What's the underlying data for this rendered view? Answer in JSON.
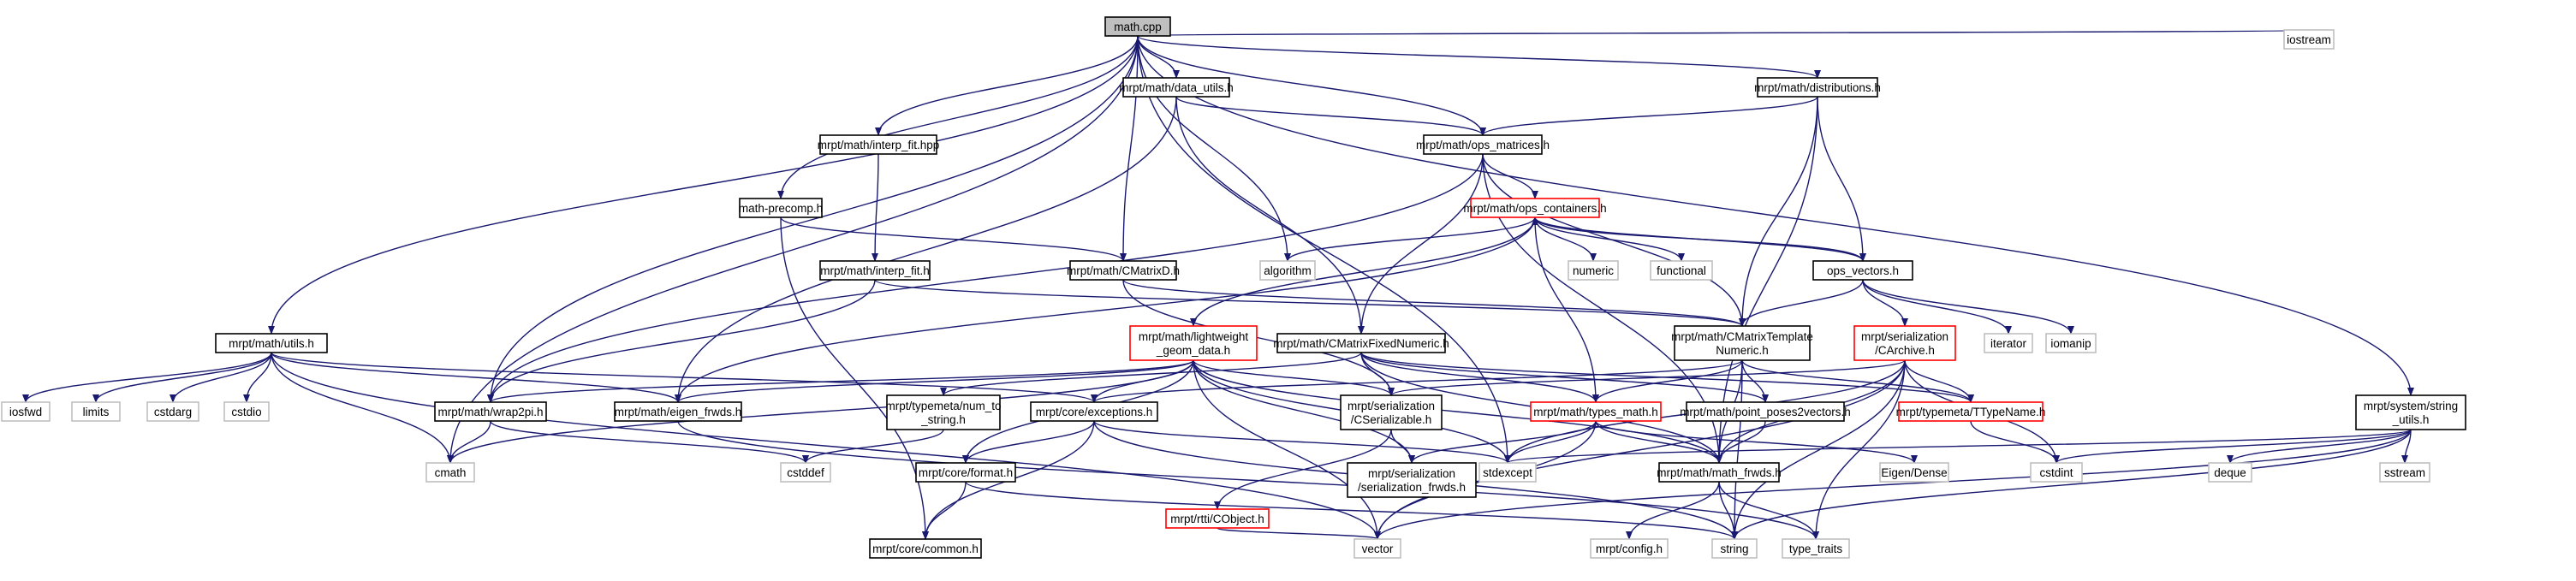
{
  "title": "math.cpp",
  "colors": {
    "edge": "#191970",
    "root_fill": "#bfbfbf",
    "normal_border": "#000000",
    "external_border": "#bfbfbf",
    "truncated_border": "#ff0000"
  },
  "nodes": [
    {
      "id": "math_cpp",
      "label": "math.cpp",
      "kind": "root"
    },
    {
      "id": "iostream",
      "label": "iostream",
      "kind": "external"
    },
    {
      "id": "distributions",
      "label": "mrpt/math/distributions.h",
      "kind": "normal"
    },
    {
      "id": "data_utils",
      "label": "mrpt/math/data_utils.h",
      "kind": "normal"
    },
    {
      "id": "interp_fit_hpp",
      "label": "mrpt/math/interp_fit.hpp",
      "kind": "normal"
    },
    {
      "id": "ops_matrices",
      "label": "mrpt/math/ops_matrices.h",
      "kind": "normal"
    },
    {
      "id": "math_precomp",
      "label": "math-precomp.h",
      "kind": "normal"
    },
    {
      "id": "ops_containers",
      "label": "mrpt/math/ops_containers.h",
      "kind": "truncated"
    },
    {
      "id": "interp_fit_h",
      "label": "mrpt/math/interp_fit.h",
      "kind": "normal"
    },
    {
      "id": "cmatrixd",
      "label": "mrpt/math/CMatrixD.h",
      "kind": "normal"
    },
    {
      "id": "algorithm",
      "label": "algorithm",
      "kind": "external"
    },
    {
      "id": "numeric",
      "label": "numeric",
      "kind": "external"
    },
    {
      "id": "functional",
      "label": "functional",
      "kind": "external"
    },
    {
      "id": "ops_vectors",
      "label": "ops_vectors.h",
      "kind": "normal"
    },
    {
      "id": "utils",
      "label": "mrpt/math/utils.h",
      "kind": "normal"
    },
    {
      "id": "lightweight",
      "label": [
        "mrpt/math/lightweight",
        "_geom_data.h"
      ],
      "kind": "truncated"
    },
    {
      "id": "cmatrixfixed",
      "label": "mrpt/math/CMatrixFixedNumeric.h",
      "kind": "normal"
    },
    {
      "id": "cmatrixtemplate",
      "label": [
        "mrpt/math/CMatrixTemplate",
        "Numeric.h"
      ],
      "kind": "normal"
    },
    {
      "id": "carchive",
      "label": [
        "mrpt/serialization",
        "/CArchive.h"
      ],
      "kind": "truncated"
    },
    {
      "id": "iterator",
      "label": "iterator",
      "kind": "external"
    },
    {
      "id": "iomanip",
      "label": "iomanip",
      "kind": "external"
    },
    {
      "id": "iosfwd",
      "label": "iosfwd",
      "kind": "external"
    },
    {
      "id": "limits",
      "label": "limits",
      "kind": "external"
    },
    {
      "id": "cstdarg",
      "label": "cstdarg",
      "kind": "external"
    },
    {
      "id": "cstdio",
      "label": "cstdio",
      "kind": "external"
    },
    {
      "id": "wrap2pi",
      "label": "mrpt/math/wrap2pi.h",
      "kind": "normal"
    },
    {
      "id": "eigen_frwds",
      "label": "mrpt/math/eigen_frwds.h",
      "kind": "normal"
    },
    {
      "id": "num_to_string",
      "label": [
        "mrpt/typemeta/num_to",
        "_string.h"
      ],
      "kind": "normal"
    },
    {
      "id": "exceptions",
      "label": "mrpt/core/exceptions.h",
      "kind": "normal"
    },
    {
      "id": "cserializable",
      "label": [
        "mrpt/serialization",
        "/CSerializable.h"
      ],
      "kind": "normal"
    },
    {
      "id": "types_math",
      "label": "mrpt/math/types_math.h",
      "kind": "truncated"
    },
    {
      "id": "point_poses",
      "label": "mrpt/math/point_poses2vectors.h",
      "kind": "normal"
    },
    {
      "id": "ttypename",
      "label": "mrpt/typemeta/TTypeName.h",
      "kind": "truncated"
    },
    {
      "id": "string_utils",
      "label": [
        "mrpt/system/string",
        "_utils.h"
      ],
      "kind": "normal"
    },
    {
      "id": "cmath",
      "label": "cmath",
      "kind": "external"
    },
    {
      "id": "cstddef",
      "label": "cstddef",
      "kind": "external"
    },
    {
      "id": "format",
      "label": "mrpt/core/format.h",
      "kind": "normal"
    },
    {
      "id": "cobject",
      "label": "mrpt/rtti/CObject.h",
      "kind": "truncated"
    },
    {
      "id": "serialization_frwds",
      "label": [
        "mrpt/serialization",
        "/serialization_frwds.h"
      ],
      "kind": "normal"
    },
    {
      "id": "stdexcept",
      "label": "stdexcept",
      "kind": "external"
    },
    {
      "id": "math_frwds",
      "label": "mrpt/math/math_frwds.h",
      "kind": "normal"
    },
    {
      "id": "eigen_dense",
      "label": "Eigen/Dense",
      "kind": "external"
    },
    {
      "id": "cstdint",
      "label": "cstdint",
      "kind": "external"
    },
    {
      "id": "deque",
      "label": "deque",
      "kind": "external"
    },
    {
      "id": "sstream",
      "label": "sstream",
      "kind": "external"
    },
    {
      "id": "common",
      "label": "mrpt/core/common.h",
      "kind": "normal"
    },
    {
      "id": "vector",
      "label": "vector",
      "kind": "external"
    },
    {
      "id": "config",
      "label": "mrpt/config.h",
      "kind": "external"
    },
    {
      "id": "string",
      "label": "string",
      "kind": "external"
    },
    {
      "id": "type_traits",
      "label": "type_traits",
      "kind": "external"
    }
  ],
  "edges": [
    [
      "math_cpp",
      "iostream"
    ],
    [
      "math_cpp",
      "distributions"
    ],
    [
      "math_cpp",
      "data_utils"
    ],
    [
      "math_cpp",
      "interp_fit_hpp"
    ],
    [
      "math_cpp",
      "ops_matrices"
    ],
    [
      "math_cpp",
      "math_precomp"
    ],
    [
      "math_cpp",
      "cmatrixd"
    ],
    [
      "math_cpp",
      "algorithm"
    ],
    [
      "math_cpp",
      "utils"
    ],
    [
      "math_cpp",
      "wrap2pi"
    ],
    [
      "math_cpp",
      "cmath"
    ],
    [
      "math_cpp",
      "string_utils"
    ],
    [
      "distributions",
      "ops_matrices"
    ],
    [
      "distributions",
      "cmatrixtemplate"
    ],
    [
      "distributions",
      "ops_vectors"
    ],
    [
      "distributions",
      "math_frwds"
    ],
    [
      "data_utils",
      "ops_matrices"
    ],
    [
      "data_utils",
      "cmatrixfixed"
    ],
    [
      "data_utils",
      "eigen_frwds"
    ],
    [
      "interp_fit_hpp",
      "interp_fit_h"
    ],
    [
      "ops_matrices",
      "ops_containers"
    ],
    [
      "ops_matrices",
      "cmatrixfixed"
    ],
    [
      "ops_matrices",
      "cmatrixtemplate"
    ],
    [
      "ops_matrices",
      "math_frwds"
    ],
    [
      "ops_matrices",
      "wrap2pi"
    ],
    [
      "math_precomp",
      "cmatrixd"
    ],
    [
      "math_precomp",
      "common"
    ],
    [
      "ops_containers",
      "ops_vectors"
    ],
    [
      "ops_containers",
      "algorithm"
    ],
    [
      "ops_containers",
      "numeric"
    ],
    [
      "ops_containers",
      "functional"
    ],
    [
      "ops_containers",
      "lightweight"
    ],
    [
      "ops_containers",
      "types_math"
    ],
    [
      "ops_containers",
      "eigen_frwds"
    ],
    [
      "ops_vectors",
      "ops_containers"
    ],
    [
      "ops_vectors",
      "cmatrixtemplate"
    ],
    [
      "ops_vectors",
      "carchive"
    ],
    [
      "ops_vectors",
      "iterator"
    ],
    [
      "ops_vectors",
      "iomanip"
    ],
    [
      "interp_fit_h",
      "cmatrixtemplate"
    ],
    [
      "interp_fit_h",
      "wrap2pi"
    ],
    [
      "cmatrixd",
      "cmatrixtemplate"
    ],
    [
      "cmatrixd",
      "cserializable"
    ],
    [
      "utils",
      "iosfwd"
    ],
    [
      "utils",
      "limits"
    ],
    [
      "utils",
      "cstdarg"
    ],
    [
      "utils",
      "cstdio"
    ],
    [
      "utils",
      "cmath"
    ],
    [
      "utils",
      "eigen_frwds"
    ],
    [
      "utils",
      "exceptions"
    ],
    [
      "utils",
      "vector"
    ],
    [
      "lightweight",
      "wrap2pi"
    ],
    [
      "lightweight",
      "eigen_frwds"
    ],
    [
      "lightweight",
      "exceptions"
    ],
    [
      "lightweight",
      "format"
    ],
    [
      "lightweight",
      "cserializable"
    ],
    [
      "lightweight",
      "serialization_frwds"
    ],
    [
      "lightweight",
      "stdexcept"
    ],
    [
      "lightweight",
      "math_frwds"
    ],
    [
      "lightweight",
      "cmath"
    ],
    [
      "lightweight",
      "vector"
    ],
    [
      "cmatrixfixed",
      "cserializable"
    ],
    [
      "cmatrixfixed",
      "types_math"
    ],
    [
      "cmatrixfixed",
      "point_poses"
    ],
    [
      "cmatrixfixed",
      "ttypename"
    ],
    [
      "cmatrixfixed",
      "math_frwds"
    ],
    [
      "cmatrixfixed",
      "num_to_string"
    ],
    [
      "cmatrixtemplate",
      "point_poses"
    ],
    [
      "cmatrixtemplate",
      "types_math"
    ],
    [
      "cmatrixtemplate",
      "ttypename"
    ],
    [
      "cmatrixtemplate",
      "exceptions"
    ],
    [
      "cmatrixtemplate",
      "math_frwds"
    ],
    [
      "cmatrixtemplate",
      "string"
    ],
    [
      "carchive",
      "cserializable"
    ],
    [
      "carchive",
      "ttypename"
    ],
    [
      "carchive",
      "math_frwds"
    ],
    [
      "carchive",
      "cstdint"
    ],
    [
      "carchive",
      "stdexcept"
    ],
    [
      "carchive",
      "vector"
    ],
    [
      "carchive",
      "string"
    ],
    [
      "carchive",
      "type_traits"
    ],
    [
      "wrap2pi",
      "cmath"
    ],
    [
      "wrap2pi",
      "cstddef"
    ],
    [
      "eigen_frwds",
      "type_traits"
    ],
    [
      "num_to_string",
      "cstddef"
    ],
    [
      "exceptions",
      "format"
    ],
    [
      "exceptions",
      "common"
    ],
    [
      "exceptions",
      "stdexcept"
    ],
    [
      "exceptions",
      "string"
    ],
    [
      "cserializable",
      "cobject"
    ],
    [
      "cserializable",
      "serialization_frwds"
    ],
    [
      "types_math",
      "math_frwds"
    ],
    [
      "types_math",
      "eigen_dense"
    ],
    [
      "types_math",
      "serialization_frwds"
    ],
    [
      "types_math",
      "stdexcept"
    ],
    [
      "types_math",
      "vector"
    ],
    [
      "point_poses",
      "math_frwds"
    ],
    [
      "ttypename",
      "cstdint"
    ],
    [
      "string_utils",
      "deque"
    ],
    [
      "string_utils",
      "sstream"
    ],
    [
      "string_utils",
      "vector"
    ],
    [
      "string_utils",
      "string"
    ],
    [
      "string_utils",
      "cstdint"
    ],
    [
      "string_utils",
      "stdexcept"
    ],
    [
      "format",
      "common"
    ],
    [
      "format",
      "string"
    ],
    [
      "cobject",
      "vector"
    ],
    [
      "math_frwds",
      "config"
    ],
    [
      "math_frwds",
      "string"
    ],
    [
      "math_frwds",
      "type_traits"
    ],
    [
      "math_cpp",
      "stdexcept"
    ]
  ]
}
